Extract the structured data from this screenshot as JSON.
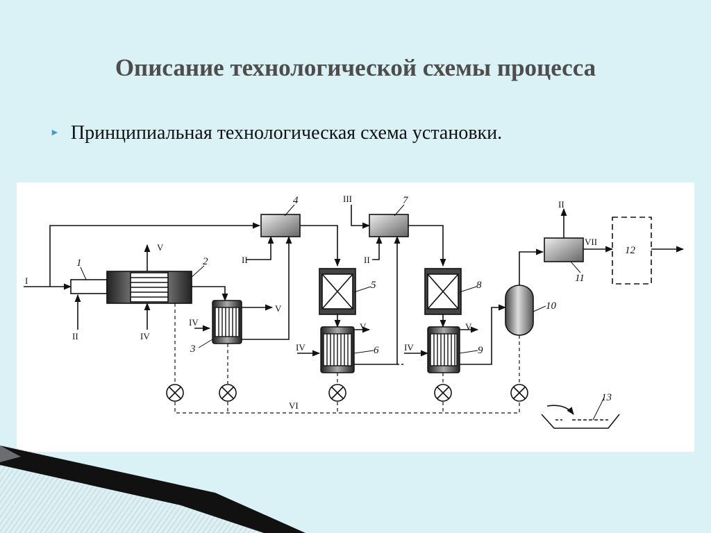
{
  "slide": {
    "title": "Описание технологической схемы процесса",
    "bullet": "Принципиальная технологическая схема установки."
  },
  "diagram": {
    "stream_labels": {
      "I": "I",
      "II_1": "II",
      "IV_1": "IV",
      "V_1": "V",
      "IV_3": "IV",
      "V_3": "V",
      "II_4": "II",
      "III_7": "III",
      "II_7": "II",
      "V_6": "V",
      "IV_6": "IV",
      "V_9": "V",
      "IV_9": "IV",
      "VI": "VI",
      "II_11": "II",
      "VII": "VII"
    },
    "unit_numbers": [
      "1",
      "2",
      "3",
      "4",
      "5",
      "6",
      "7",
      "8",
      "9",
      "10",
      "11",
      "12",
      "13"
    ]
  }
}
